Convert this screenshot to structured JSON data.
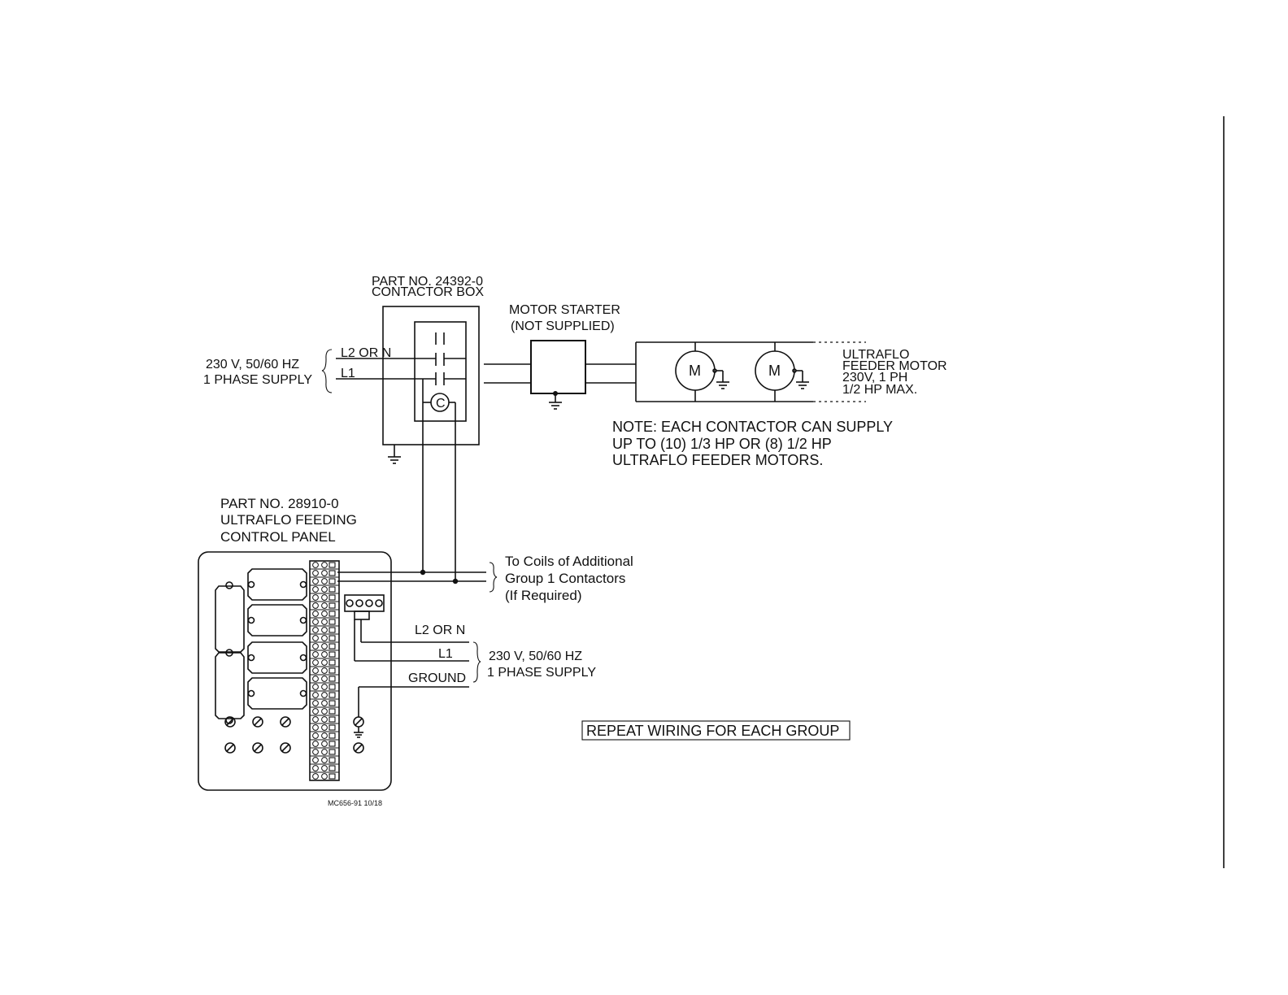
{
  "contactor_box": {
    "part_no": "PART NO. 24392-0",
    "name": "CONTACTOR BOX",
    "coil_letter": "C"
  },
  "supply_top": {
    "line1": "230 V, 50/60 HZ",
    "line2": "1 PHASE SUPPLY",
    "l2": "L2 OR N",
    "l1": "L1"
  },
  "motor_starter": {
    "line1": "MOTOR STARTER",
    "line2": "(NOT SUPPLIED)"
  },
  "motors": {
    "symbol": "M",
    "line1": "ULTRAFLO",
    "line2": "FEEDER MOTOR",
    "line3": "230V, 1 PH",
    "line4": "1/2 HP MAX."
  },
  "note": {
    "line1": "NOTE:  EACH CONTACTOR CAN SUPPLY",
    "line2": "UP TO (10) 1/3 HP OR (8) 1/2 HP",
    "line3": "ULTRAFLO FEEDER MOTORS."
  },
  "control_panel": {
    "line1": "PART NO. 28910-0",
    "line2": "ULTRAFLO FEEDING",
    "line3": "CONTROL PANEL"
  },
  "coils": {
    "line1": "To Coils of Additional",
    "line2": "Group 1 Contactors",
    "line3": "(If Required)"
  },
  "supply_bottom": {
    "l2": "L2 OR N",
    "l1": "L1",
    "ground": "GROUND",
    "line1": "230 V, 50/60 HZ",
    "line2": "1 PHASE SUPPLY"
  },
  "repeat_note": "REPEAT WIRING FOR EACH GROUP",
  "drawing_code": "MC656-91 10/18"
}
